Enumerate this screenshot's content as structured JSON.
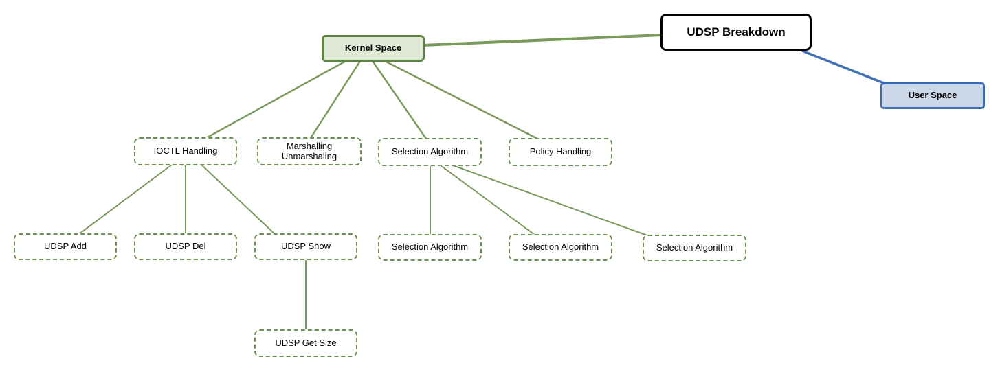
{
  "diagram": {
    "title": "UDSP Breakdown",
    "nodes": {
      "root": {
        "label": "UDSP Breakdown"
      },
      "kernel": {
        "label": "Kernel Space"
      },
      "user": {
        "label": "User Space"
      },
      "ioctl": {
        "label": "IOCTL Handling"
      },
      "marshalling": {
        "label": "Marshalling\nUnmarshaling"
      },
      "selection": {
        "label": "Selection Algorithm"
      },
      "policy": {
        "label": "Policy Handling"
      },
      "udsp_add": {
        "label": "UDSP Add"
      },
      "udsp_del": {
        "label": "UDSP Del"
      },
      "udsp_show": {
        "label": "UDSP Show"
      },
      "sel_child1": {
        "label": "Selection Algorithm"
      },
      "sel_child2": {
        "label": "Selection Algorithm"
      },
      "sel_child3": {
        "label": "Selection Algorithm"
      },
      "udsp_get_size": {
        "label": "UDSP Get Size"
      }
    },
    "edges": [
      {
        "from": "UDSP Breakdown",
        "to": "Kernel Space"
      },
      {
        "from": "UDSP Breakdown",
        "to": "User Space"
      },
      {
        "from": "Kernel Space",
        "to": "IOCTL Handling"
      },
      {
        "from": "Kernel Space",
        "to": "Marshalling Unmarshaling"
      },
      {
        "from": "Kernel Space",
        "to": "Selection Algorithm"
      },
      {
        "from": "Kernel Space",
        "to": "Policy Handling"
      },
      {
        "from": "IOCTL Handling",
        "to": "UDSP Add"
      },
      {
        "from": "IOCTL Handling",
        "to": "UDSP Del"
      },
      {
        "from": "IOCTL Handling",
        "to": "UDSP Show"
      },
      {
        "from": "UDSP Show",
        "to": "UDSP Get Size"
      },
      {
        "from": "Selection Algorithm",
        "to": "Selection Algorithm"
      },
      {
        "from": "Selection Algorithm",
        "to": "Selection Algorithm"
      },
      {
        "from": "Selection Algorithm",
        "to": "Selection Algorithm"
      }
    ],
    "colors": {
      "line_green": "#7a9a5b",
      "line_blue": "#3f6fb5",
      "green_border": "#5f8344",
      "green_fill": "#dfe9d6",
      "blue_border": "#3a69ae",
      "blue_fill": "#ccd8e8",
      "dashed_border": "#6b9053",
      "root_border": "#000000",
      "text": "#000000"
    }
  }
}
